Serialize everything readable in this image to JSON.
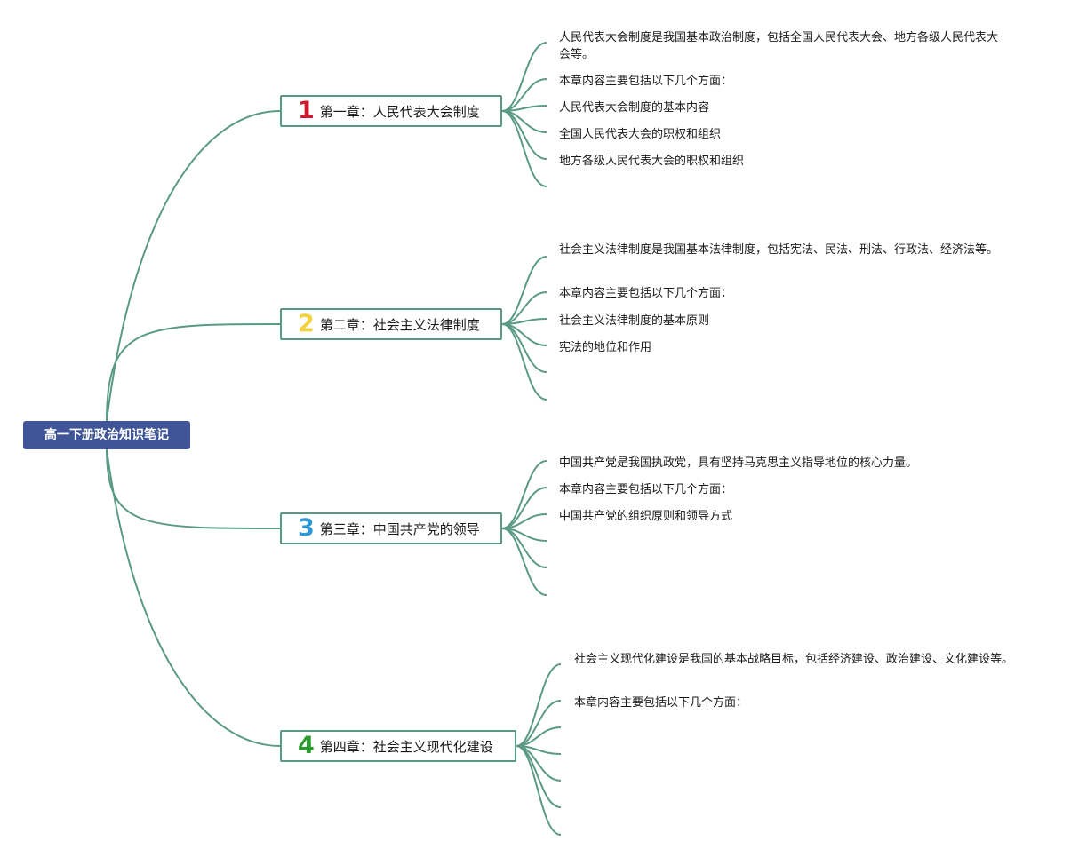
{
  "root": {
    "title": "高一下册政治知识笔记"
  },
  "chapters": [
    {
      "num": "1",
      "num_color": "#d0182e",
      "title": "第一章：人民代表大会制度",
      "notes": [
        "人民代表大会制度是我国基本政治制度，包括全国人民代表大会、地方各级人民代表大会等。",
        "本章内容主要包括以下几个方面：",
        "人民代表大会制度的基本内容",
        "全国人民代表大会的职权和组织",
        "地方各级人民代表大会的职权和组织",
        ""
      ]
    },
    {
      "num": "2",
      "num_color": "#f4d13c",
      "title": "第二章：社会主义法律制度",
      "notes": [
        "社会主义法律制度是我国基本法律制度，包括宪法、民法、刑法、行政法、经济法等。",
        "本章内容主要包括以下几个方面：",
        "社会主义法律制度的基本原则",
        "宪法的地位和作用",
        "",
        ""
      ]
    },
    {
      "num": "3",
      "num_color": "#2f97d4",
      "title": "第三章：中国共产党的领导",
      "notes": [
        "中国共产党是我国执政党，具有坚持马克思主义指导地位的核心力量。",
        "本章内容主要包括以下几个方面：",
        "中国共产党的组织原则和领导方式",
        "",
        "",
        ""
      ]
    },
    {
      "num": "4",
      "num_color": "#2a9a2e",
      "title": "第四章：社会主义现代化建设",
      "notes": [
        "社会主义现代化建设是我国的基本战略目标，包括经济建设、政治建设、文化建设等。",
        "本章内容主要包括以下几个方面：",
        "",
        "",
        "",
        "",
        ""
      ]
    }
  ],
  "colors": {
    "connector": "#5a9a84",
    "root_fill": "#3f5597"
  }
}
